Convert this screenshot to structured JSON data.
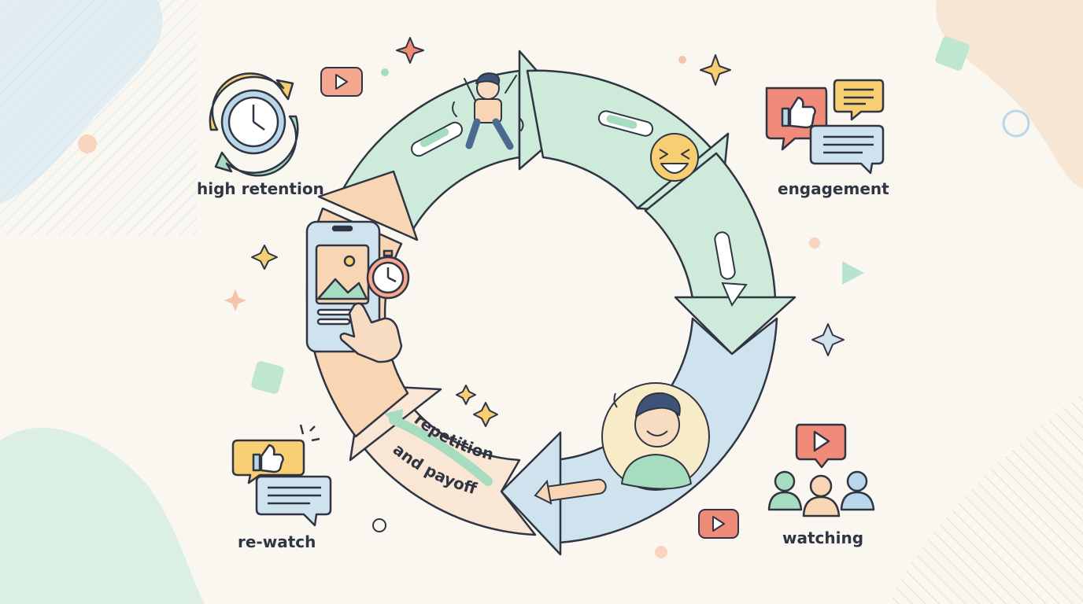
{
  "stages": {
    "high_retention": "high retention",
    "engagement": "engagement",
    "watching": "watching",
    "re_watch": "re-watch",
    "loop_line1": "repetition",
    "loop_line2": "and payoff"
  },
  "colors": {
    "green_arc": "#cdeadb",
    "blue_arc": "#cfe3ee",
    "peach_arc": "#f9d6b3",
    "outline": "#2f3542",
    "accent_red": "#f08b7a",
    "accent_yellow": "#f7cf72",
    "accent_green": "#a6dcc0",
    "accent_blue": "#b9d6ea"
  }
}
